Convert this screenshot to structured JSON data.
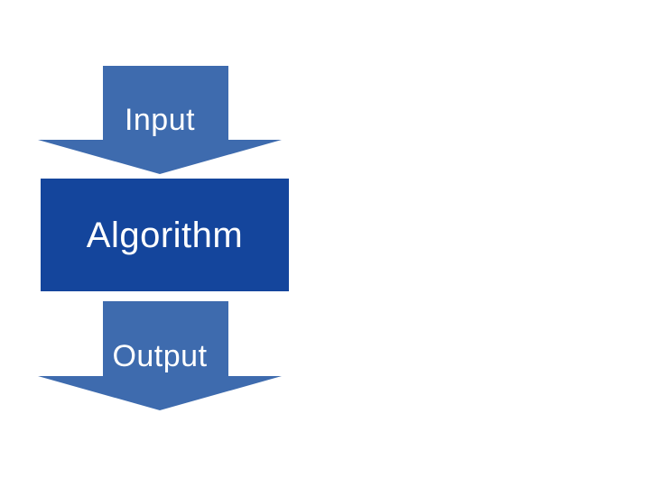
{
  "slide": {
    "background_color": "#ffffff",
    "diagram": {
      "type": "vertical-flow-diagram",
      "nodes": [
        {
          "id": "input",
          "shape": "down-arrow",
          "label": "Input",
          "fill_color": "#3e6bae",
          "text_color": "#ffffff"
        },
        {
          "id": "algorithm",
          "shape": "rectangle",
          "label": "Algorithm",
          "fill_color": "#14459c",
          "text_color": "#ffffff"
        },
        {
          "id": "output",
          "shape": "down-arrow",
          "label": "Output",
          "fill_color": "#3e6bae",
          "text_color": "#ffffff"
        }
      ]
    }
  }
}
